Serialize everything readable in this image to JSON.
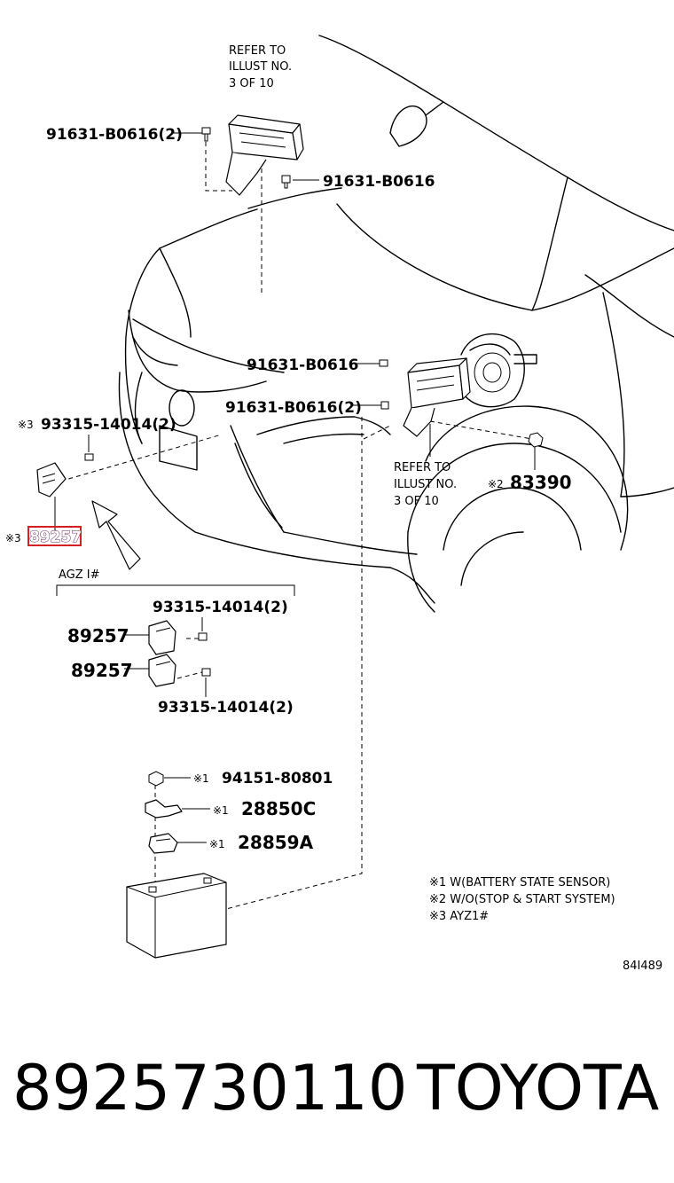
{
  "diagram": {
    "labels": {
      "refer_top": [
        "REFER TO",
        "ILLUST NO.",
        "3 OF 10"
      ],
      "refer_mid": [
        "REFER TO",
        "ILLUST NO.",
        "3 OF 10"
      ],
      "p_91631_b0616_2_top": "91631-B0616(2)",
      "p_91631_b0616_top": "91631-B0616",
      "p_91631_b0616_mid": "91631-B0616",
      "p_91631_b0616_2_mid": "91631-B0616(2)",
      "mark3_a": "※3",
      "p_93315_14014_2_a": "93315-14014(2)",
      "mark3_b": "※3",
      "p_89257_highlight": "89257",
      "mark2": "※2",
      "p_83390": "83390",
      "agz_header": "AGZ I#",
      "p_93315_14014_2_b": "93315-14014(2)",
      "p_89257_b": "89257",
      "p_89257_c": "89257",
      "p_93315_14014_2_c": "93315-14014(2)",
      "mark1_a": "※1",
      "p_94151_80801": "94151-80801",
      "mark1_b": "※1",
      "p_28850c": "28850C",
      "mark1_c": "※1",
      "p_28859a": "28859A",
      "notes": [
        "※1 W(BATTERY STATE SENSOR)",
        "※2 W/O(STOP & START SYSTEM)",
        "※3 AYZ1#"
      ],
      "illus_code": "84I489"
    }
  },
  "footer": {
    "part_number": "8925730110",
    "brand": "TOYOTA"
  }
}
